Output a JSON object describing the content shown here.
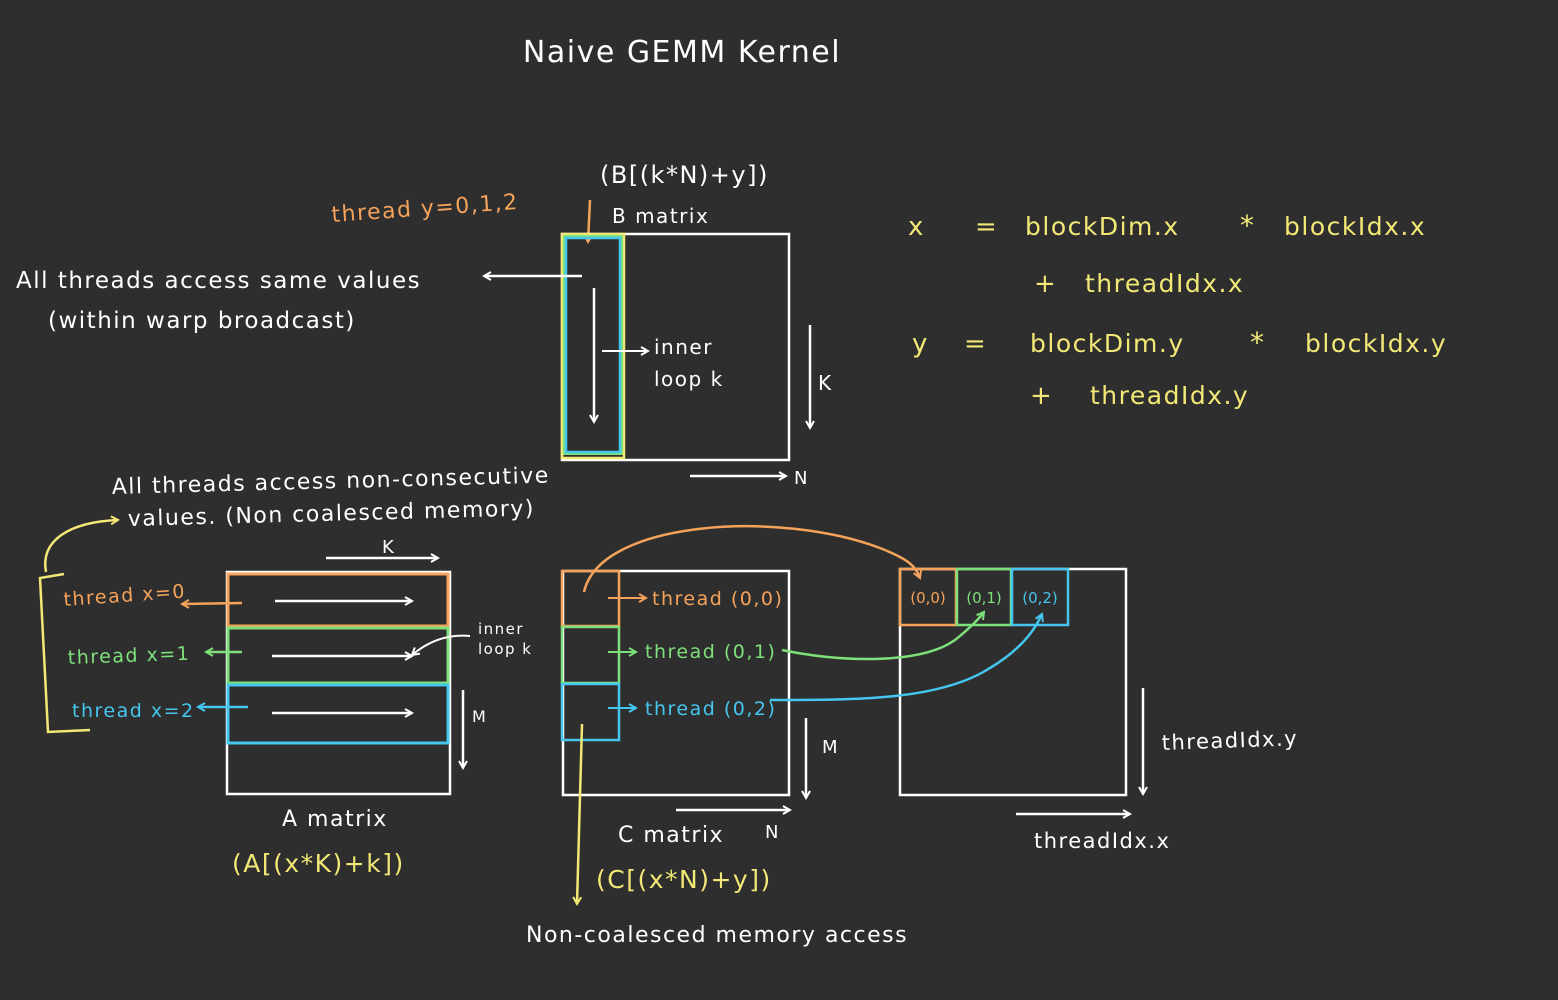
{
  "title": "Naive GEMM Kernel",
  "colors": {
    "background": "#2e2e2e",
    "white": "#ffffff",
    "yellow": "#f2e876",
    "orange": "#f5a35a",
    "green": "#7ee07a",
    "cyan": "#45c6ee"
  },
  "b_matrix": {
    "formula": "(B[(k*N)+y])",
    "label": "B matrix",
    "thread_label": "thread y=0,1,2",
    "inner_loop_line1": "inner",
    "inner_loop_line2": "loop k",
    "dim_k": "K",
    "dim_n": "N"
  },
  "broadcast_note": {
    "line1": "All threads access same values",
    "line2": "(within warp broadcast)"
  },
  "a_note": {
    "line1": "All threads access non-consecutive",
    "line2": "values. (Non coalesced memory)"
  },
  "a_matrix": {
    "dim_k": "K",
    "dim_m": "M",
    "thread0": "thread x=0",
    "thread1": "thread x=1",
    "thread2": "thread x=2",
    "inner_loop_line1": "inner",
    "inner_loop_line2": "loop k",
    "label": "A matrix",
    "formula": "(A[(x*K)+k])"
  },
  "c_matrix": {
    "thread00": "thread (0,0)",
    "thread01": "thread (0,1)",
    "thread02": "thread (0,2)",
    "dim_m": "M",
    "dim_n": "N",
    "label": "C matrix",
    "formula": "(C[(x*N)+y])",
    "note": "Non-coalesced memory access"
  },
  "block_grid": {
    "cell0": "(0,0)",
    "cell1": "(0,1)",
    "cell2": "(0,2)",
    "axis_y": "threadIdx.y",
    "axis_x": "threadIdx.x"
  },
  "equations": {
    "x_lhs": "x",
    "x_eq": "=",
    "x_rhs1": "blockDim.x",
    "x_star": "*",
    "x_rhs2": "blockIdx.x",
    "x_plus": "+",
    "x_rhs3": "threadIdx.x",
    "y_lhs": "y",
    "y_eq": "=",
    "y_rhs1": "blockDim.y",
    "y_star": "*",
    "y_rhs2": "blockIdx.y",
    "y_plus": "+",
    "y_rhs3": "threadIdx.y"
  }
}
